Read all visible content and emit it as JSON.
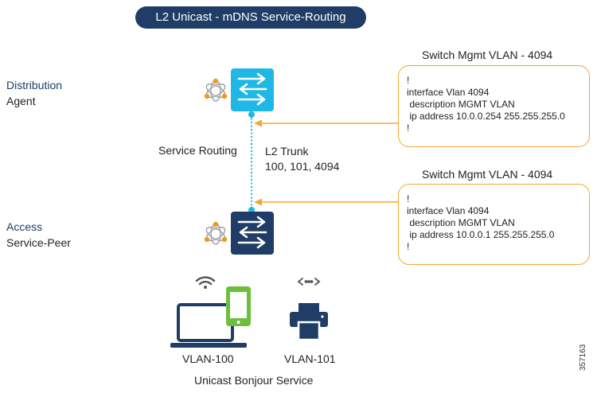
{
  "title": "L2 Unicast - mDNS Service-Routing",
  "distribution": {
    "name": "Distribution",
    "role": "Agent"
  },
  "access": {
    "name": "Access",
    "role": "Service-Peer"
  },
  "link": {
    "service_label": "Service Routing",
    "trunk_label": "L2 Trunk",
    "trunk_vlans": "100, 101, 4094"
  },
  "callout_top": {
    "title": "Switch Mgmt VLAN - 4094",
    "config": "!\ninterface Vlan 4094\n description MGMT VLAN\n ip address 10.0.0.254 255.255.255.0\n!"
  },
  "callout_bottom": {
    "title": "Switch Mgmt VLAN - 4094",
    "config": "!\ninterface Vlan 4094\n description MGMT VLAN\n ip address 10.0.0.1 255.255.255.0\n!"
  },
  "endpoints": {
    "laptop_label": "VLAN-100",
    "printer_label": "VLAN-101",
    "service_label": "Unicast Bonjour Service"
  },
  "diagram_id": "357163",
  "colors": {
    "title_bg": "#1f3d66",
    "dist_switch": "#1fb8e6",
    "access_switch": "#1f3d66",
    "trunk_link": "#1fb8e6",
    "arrow": "#f1a832",
    "phone": "#6cbf3c",
    "bonjour_orange": "#f29a1f"
  },
  "icons": [
    "bonjour-icon",
    "switch-icon",
    "wifi-icon",
    "laptop-icon",
    "phone-icon",
    "printer-icon",
    "bidirectional-arrow-icon"
  ]
}
